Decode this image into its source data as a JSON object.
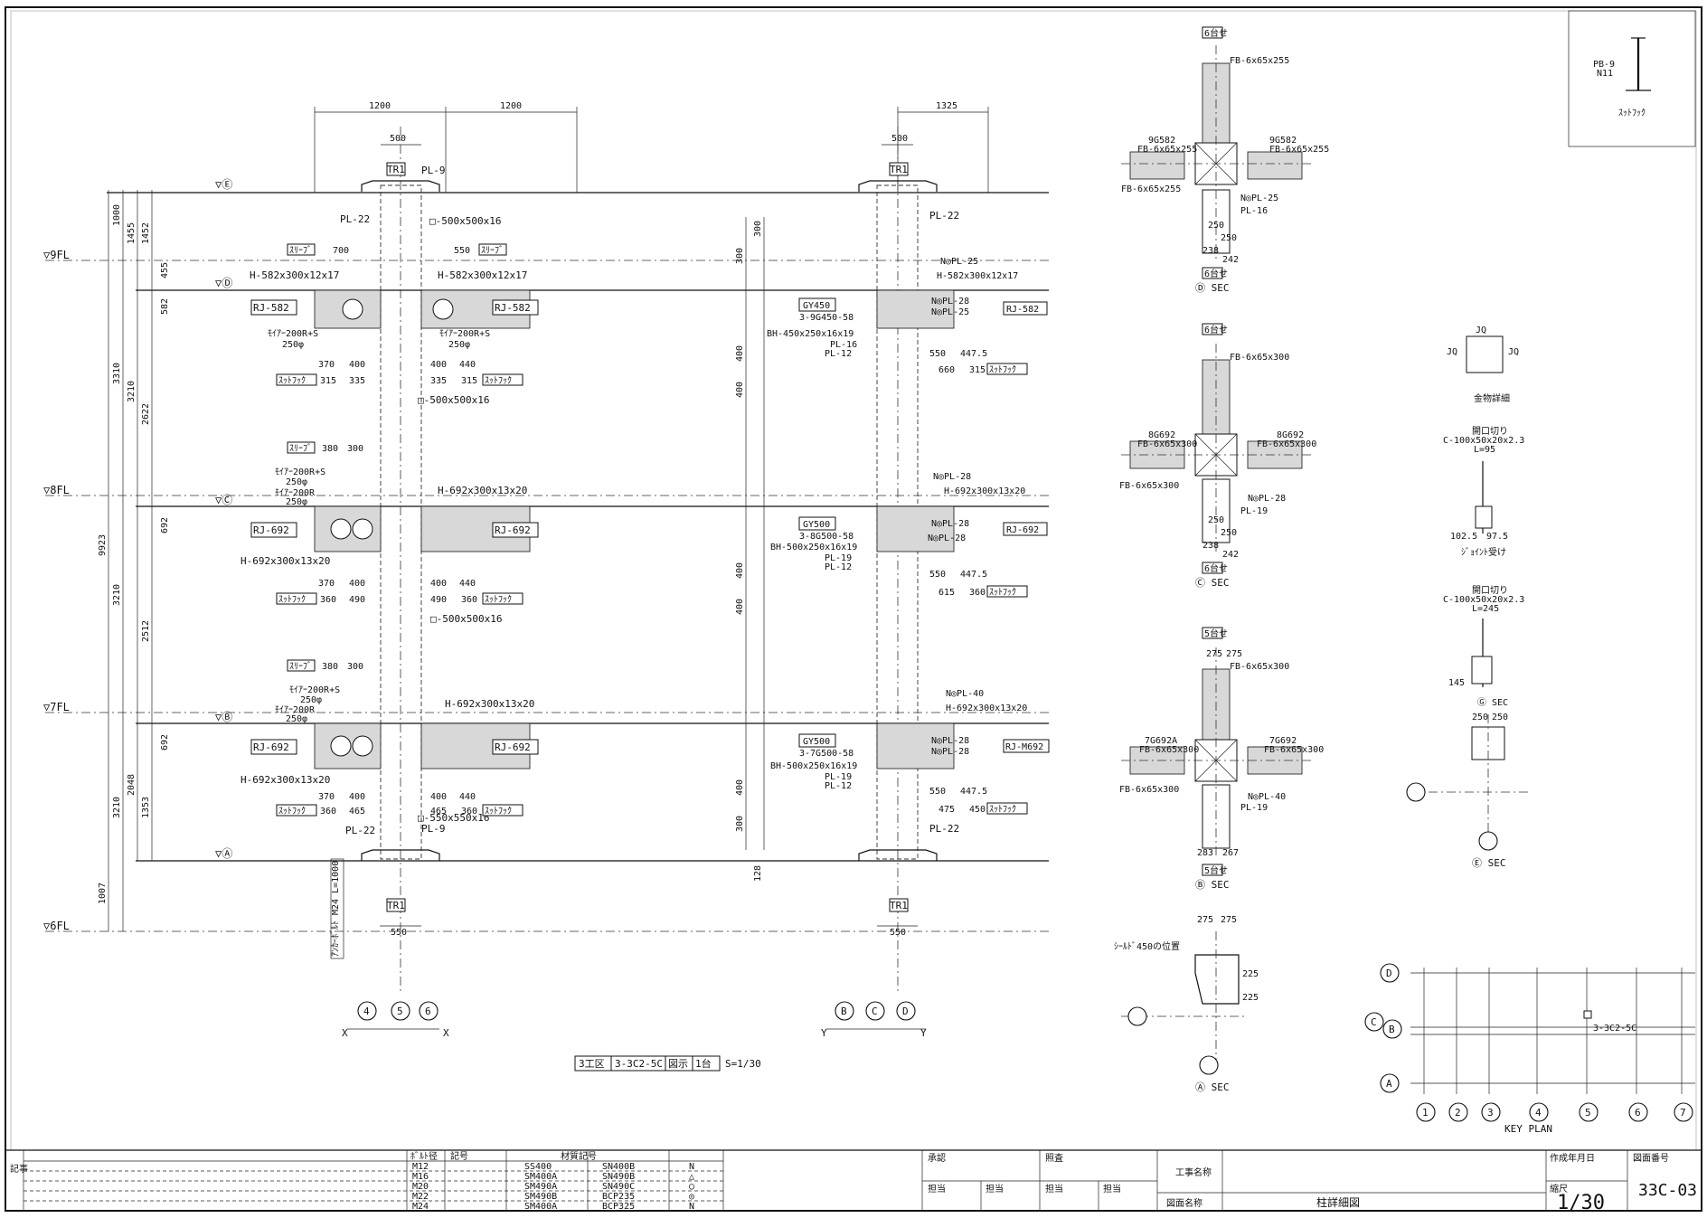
{
  "levels": {
    "e": "▽Ⓔ",
    "d": "▽Ⓓ",
    "c": "▽Ⓒ",
    "b": "▽Ⓑ",
    "a": "▽Ⓐ",
    "fl9": "▽9FL",
    "fl8": "▽8FL",
    "fl7": "▽7FL",
    "fl6": "▽6FL"
  },
  "elevation_x": {
    "top_dims": [
      "1200",
      "1200"
    ],
    "col_width": "500",
    "tr_top": "TR1",
    "tr_bottom": "TR1",
    "bottom_dim": "550",
    "pl9_top": "PL-9",
    "pl22_top": "PL-22",
    "col_top": "□-500x500x16",
    "col_mid1": "□-500x500x16",
    "col_mid2": "□-500x500x16",
    "col_bottom": "□-550x550x16",
    "pl9_bottom": "PL-9",
    "pl22_bottom": "PL-22",
    "beam_d_left": "H-582x300x12x17",
    "beam_d_right": "H-582x300x12x17",
    "beam_c_left": "H-692x300x13x20",
    "beam_c_right": "H-692x300x13x20",
    "beam_b_left": "H-692x300x13x20",
    "beam_b_right": "H-692x300x13x20",
    "rj_d_left": "RJ-582",
    "rj_d_right": "RJ-582",
    "rj_c_left": "RJ-692",
    "rj_c_right": "RJ-692",
    "rj_b_left": "RJ-692",
    "rj_b_right": "RJ-692",
    "sleeve": "ｽﾘｰﾌﾞ",
    "sleeve_d_dims": [
      "700",
      "550"
    ],
    "sleeve_c_dims": [
      "380",
      "300"
    ],
    "sleeve_b_dims": [
      "380",
      "300"
    ],
    "motif_d_left": "ﾓｲｱｰ200R+S",
    "motif_d_right": "ﾓｲｱｰ200R+S",
    "motif_dia": "250φ",
    "motif_c_1": "ﾓｲｱｰ200R+S",
    "motif_c_2": "ﾓｲｱｰ200R",
    "motif_b_1": "ﾓｲｱｰ200R+S",
    "motif_b_2": "ﾓｲｱｰ200R",
    "stiff": "ｽｯﾄﾌｯｸ",
    "d_row1": [
      "370",
      "400",
      "400",
      "440"
    ],
    "d_row2": [
      "315",
      "335",
      "335",
      "315"
    ],
    "c_row1": [
      "370",
      "400",
      "400",
      "440"
    ],
    "c_row2": [
      "360",
      "490",
      "490",
      "360"
    ],
    "b_row1": [
      "370",
      "400",
      "400",
      "440"
    ],
    "b_row2": [
      "360",
      "465",
      "465",
      "360"
    ],
    "left_dims": [
      "1000",
      "1455",
      "1452",
      "3310",
      "3210",
      "2622",
      "9923",
      "3210",
      "2512",
      "3210",
      "2048",
      "1353",
      "1007"
    ],
    "small_dims": [
      "455",
      "582",
      "692",
      "692",
      "250",
      "250",
      "250"
    ],
    "ancbolt": "ｱﾝｶｰﾎﾞﾙﾄ M24 L=1000",
    "axis_left": "X",
    "axis_right": "X",
    "grid": [
      "4",
      "5",
      "6"
    ]
  },
  "elevation_y": {
    "top_dim": "1325",
    "col_width": "500",
    "tr_top": "TR1",
    "tr_bottom": "TR1",
    "bottom_dim": "550",
    "pl22_top": "PL-22",
    "pl22_bottom": "PL-22",
    "d_labels": [
      "N◎PL-25",
      "H-582x300x12x17",
      "N◎PL-28",
      "N◎PL-25"
    ],
    "d_bh": "BH-450x250x16x19",
    "d_gy": "GY450",
    "d_bolt": "3-9G450-58",
    "d_pls": [
      "PL-16",
      "PL-12"
    ],
    "d_rj": "RJ-582",
    "d_dims": [
      "550",
      "447.5",
      "660",
      "315"
    ],
    "c_labels": [
      "N◎PL-28",
      "H-692x300x13x20",
      "N◎PL-28",
      "N◎PL-28"
    ],
    "c_gy": "GY500",
    "c_bolt": "3-8G500-58",
    "c_bh": "BH-500x250x16x19",
    "c_pls": [
      "PL-19",
      "PL-12"
    ],
    "c_rj": "RJ-692",
    "c_dims": [
      "550",
      "447.5",
      "615",
      "360"
    ],
    "b_labels": [
      "N◎PL-40",
      "H-692x300x13x20",
      "N◎PL-28",
      "N◎PL-28"
    ],
    "b_gy": "GY500",
    "b_bolt": "3-7G500-58",
    "b_bh": "BH-500x250x16x19",
    "b_pls": [
      "PL-19",
      "PL-12"
    ],
    "b_rj": "RJ-M692",
    "b_dims": [
      "550",
      "447.5",
      "475",
      "450"
    ],
    "stiff": "ｽｯﾄﾌｯｸ",
    "left_dims": [
      "300",
      "300",
      "400",
      "400",
      "400",
      "400",
      "400",
      "300",
      "128"
    ],
    "axis_left": "Y",
    "axis_right": "Y",
    "grid": [
      "B",
      "C",
      "D"
    ]
  },
  "secs": {
    "d_title": "Ⓓ SEC",
    "d_tag": "6台せ",
    "d_notes": [
      "9G582",
      "FB-6x65x255",
      "FB-6x65x255",
      "FB-6x65x255",
      "N◎PL-25",
      "PL-16",
      "FB-6x65x255",
      "9G582"
    ],
    "d_dims": [
      "250",
      "250",
      "238",
      "242"
    ],
    "c_title": "Ⓒ SEC",
    "c_tag": "6台せ",
    "c_notes": [
      "8G692",
      "FB-6x65x300",
      "FB-6x65x300",
      "FB-6x65x300",
      "N◎PL-28",
      "PL-19",
      "FB-6x65x300",
      "8G692"
    ],
    "c_dims": [
      "250",
      "250",
      "238",
      "242"
    ],
    "b_title": "Ⓑ SEC",
    "b_tag": "5台せ",
    "b_notes": [
      "7G692A",
      "FB-6x65x300",
      "FB-6x65x300",
      "FB-6x65x300",
      "N◎PL-40",
      "PL-19",
      "FB-6x65x300",
      "7G692"
    ],
    "b_dims": [
      "275",
      "275",
      "283",
      "267"
    ],
    "a_title": "Ⓐ SEC",
    "a_dims": [
      "275",
      "275",
      "225",
      "225"
    ],
    "a_note": "ｼｰﾙﾄﾞ450の位置"
  },
  "details": {
    "pb_label": "PB-9",
    "pb_sub": "N11",
    "pb_caption": "ｽｯﾄﾌｯｸ",
    "jq_label": "JQ",
    "jq_caption": "金物詳細",
    "c1_head": "開口切り",
    "c1_spec": "C-100x50x20x2.3",
    "c1_len": "L=95",
    "c1_dims": [
      "102.5",
      "97.5"
    ],
    "c1_caption": "ｼﾞｮｲﾝﾄ受け",
    "c2_head": "開口切り",
    "c2_spec": "C-100x50x20x2.3",
    "c2_len": "L=245",
    "c2_dim": "145",
    "c2_caption": "Ⓖ SEC",
    "e_dims": [
      "250",
      "250"
    ],
    "e_caption": "Ⓔ SEC"
  },
  "key_plan": {
    "title": "KEY PLAN",
    "rows": [
      "D",
      "C",
      "B",
      "A"
    ],
    "cols": [
      "1",
      "2",
      "3",
      "4",
      "5",
      "6",
      "7"
    ],
    "marker": "3-3C2-5C"
  },
  "ref_box": {
    "cells": [
      "3工区",
      "3-3C2-5C",
      "図示",
      "1台"
    ],
    "scale": "S=1/30"
  },
  "title_block": {
    "side_label": "記事",
    "hdr_bolt": "ﾎﾞﾙﾄ径",
    "hdr_mark": "記号",
    "hdr_material": "材質記号",
    "bolts": [
      "M12",
      "M16",
      "M20",
      "M22",
      "M24"
    ],
    "materials_1": [
      "SS400",
      "SM400A",
      "SM490A",
      "SM490B",
      "SM400A"
    ],
    "materials_2": [
      "SN400B",
      "SN490B",
      "SN490C",
      "BCP235",
      "BCP325"
    ],
    "symbols_2": [
      "N",
      "△",
      "◯",
      "◎",
      "N"
    ],
    "approve": "承認",
    "check": "照査",
    "person": "担当",
    "project_label": "工事名称",
    "drawing_label": "図面名称",
    "drawing_name": "柱詳細図",
    "date_label": "作成年月日",
    "scale_label": "縮尺",
    "scale": "1/30",
    "number_label": "図面番号",
    "number": "33C-03"
  }
}
